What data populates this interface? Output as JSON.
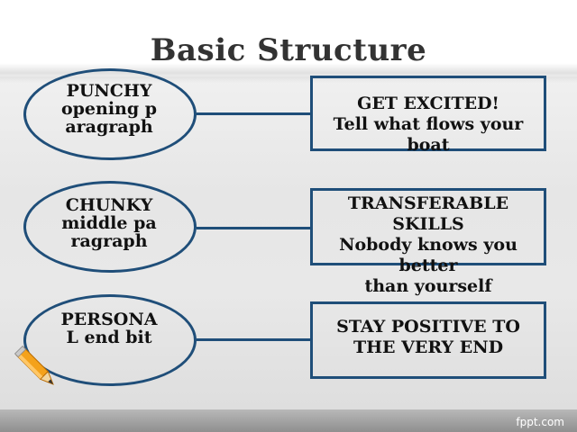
{
  "title": "Basic Structure",
  "rows": [
    {
      "oval": "PUNCHY opening paragraph",
      "box": "GET EXCITED!\nTell what flows your boat"
    },
    {
      "oval": "CHUNKY middle paragraph",
      "box": "TRANSFERABLE SKILLS\nNobody knows you better\nthan yourself"
    },
    {
      "oval": "PERSONAL end bit",
      "box": "STAY POSITIVE TO\nTHE VERY END"
    }
  ],
  "icons": {
    "pencil": "pencil-icon"
  },
  "watermark": "fppt.com",
  "colors": {
    "outline": "#1f4e79",
    "footer": "#a3a3a3",
    "pencil": "#f4a21b"
  }
}
